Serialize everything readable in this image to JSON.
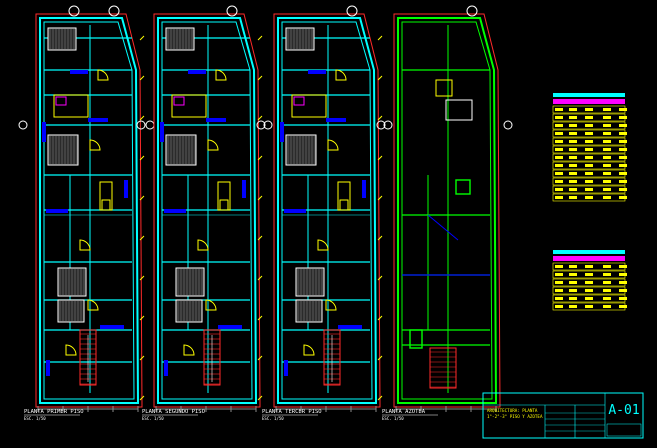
{
  "sheet": {
    "background": "#000000"
  },
  "colors": {
    "wall": "#00ffff",
    "red": "#ff2a2a",
    "yellow": "#ffff00",
    "blue": "#0000ff",
    "green": "#00ff00",
    "white": "#ffffff",
    "magenta": "#ff00ff",
    "gray": "#8a8a8a"
  },
  "plans": [
    {
      "id": "primer-piso",
      "title": "PLANTA PRIMER PISO",
      "scale": "ESC. 1/50",
      "roof": false
    },
    {
      "id": "segundo-piso",
      "title": "PLANTA SEGUNDO PISO",
      "scale": "ESC. 1/50",
      "roof": false
    },
    {
      "id": "tercer-piso",
      "title": "PLANTA TERCER PISO",
      "scale": "ESC. 1/50",
      "roof": false
    },
    {
      "id": "azotea",
      "title": "PLANTA AZOTEA",
      "scale": "ESC. 1/50",
      "roof": true
    }
  ],
  "schedules": [
    {
      "name": "door-window-schedule-1",
      "rows": 12
    },
    {
      "name": "door-window-schedule-2",
      "rows": 6
    }
  ],
  "title_block": {
    "sheet_number": "A-01",
    "lines": [
      "ARQUITECTURA: PLANTA",
      "1°-2°-3° PISO Y AZOTEA"
    ]
  },
  "icons": [
    "grid-bubble-icon",
    "stair-icon",
    "dimension-line-icon",
    "door-swing-icon"
  ]
}
